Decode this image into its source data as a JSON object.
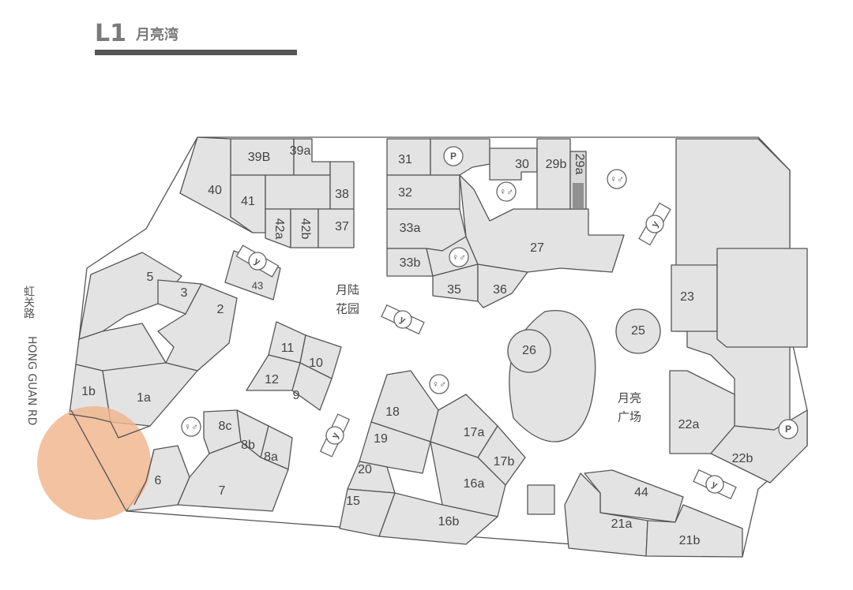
{
  "header": {
    "floor_code": "L1",
    "floor_name": "月亮湾"
  },
  "road": {
    "cn": "虹关路",
    "en": "HONG GUAN RD"
  },
  "areas": {
    "garden_line1": "月陆",
    "garden_line2": "花园",
    "plaza_line1": "月亮",
    "plaza_line2": "广场"
  },
  "units": {
    "u40": "40",
    "u39B": "39B",
    "u39a": "39a",
    "u41": "41",
    "u42a": "42a",
    "u42b": "42b",
    "u38": "38",
    "u37": "37",
    "u43": "43",
    "u31": "31",
    "u32": "32",
    "u33a": "33a",
    "u33b": "33b",
    "u35": "35",
    "u36": "36",
    "u30": "30",
    "u29b": "29b",
    "u29a": "29a",
    "u27": "27",
    "u23": "23",
    "u26": "26",
    "u25": "25",
    "u5": "5",
    "u3": "3",
    "u2": "2",
    "u1b": "1b",
    "u1a": "1a",
    "u11": "11",
    "u10": "10",
    "u12": "12",
    "u9": "9",
    "u8c": "8c",
    "u8b": "8b",
    "u8a": "8a",
    "u6": "6",
    "u7": "7",
    "u18": "18",
    "u19": "19",
    "u20": "20",
    "u15": "15",
    "u17a": "17a",
    "u17b": "17b",
    "u16a": "16a",
    "u16b": "16b",
    "u22a": "22a",
    "u22b": "22b",
    "u44": "44",
    "u21a": "21a",
    "u21b": "21b"
  },
  "icons": {
    "parking_label": "P"
  },
  "colors": {
    "highlight": "#f0b48c",
    "unit_fill": "#e3e3e3",
    "header_bar": "#555555"
  }
}
